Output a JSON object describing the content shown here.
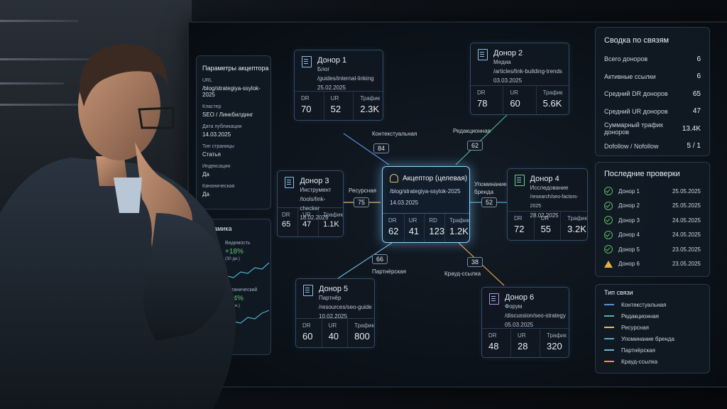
{
  "params": {
    "title": "Параметры акцептора",
    "fields": [
      {
        "k": "URL",
        "v": "/blog/strategiya-ssylok-2025"
      },
      {
        "k": "Кластер",
        "v": "SEO / Линкбилдинг"
      },
      {
        "k": "Дата публикации",
        "v": "14.03.2025"
      },
      {
        "k": "Тип страницы",
        "v": "Статья"
      },
      {
        "k": "Индексация",
        "v": "Да"
      },
      {
        "k": "Каноническая",
        "v": "Да"
      }
    ]
  },
  "dynamics": {
    "title": "Динамика",
    "visibility": {
      "label": "Видимость",
      "value": "+18%",
      "period": "(30 дн.)"
    },
    "organic": {
      "label": "Органический",
      "value": "+24%",
      "period": "(30 дн.)"
    }
  },
  "donors": [
    {
      "name": "Донор 1",
      "type": "Блог",
      "url": "/guides/internal-linking",
      "date": "25.02.2025",
      "dr": "70",
      "ur": "52",
      "traffic": "2.3K"
    },
    {
      "name": "Донор 2",
      "type": "Медиа",
      "url": "/articles/link-building-trends",
      "date": "03.03.2025",
      "dr": "78",
      "ur": "60",
      "traffic": "5.6K"
    },
    {
      "name": "Донор 3",
      "type": "Инструмент",
      "url": "/tools/link-checker",
      "date": "18.02.2025",
      "dr": "65",
      "ur": "47",
      "traffic": "1.1K"
    },
    {
      "name": "Донор 4",
      "type": "Исследование",
      "url": "/research/seo-factors-2025",
      "date": "28.02.2025",
      "dr": "72",
      "ur": "55",
      "traffic": "3.2K"
    },
    {
      "name": "Донор 5",
      "type": "Партнёр",
      "url": "/resources/seo-guide",
      "date": "10.02.2025",
      "dr": "60",
      "ur": "40",
      "traffic": "800"
    },
    {
      "name": "Донор 6",
      "type": "Форум",
      "url": "/discussion/seo-strategy",
      "date": "05.03.2025",
      "dr": "48",
      "ur": "28",
      "traffic": "320"
    }
  ],
  "metric_labels": {
    "dr": "DR",
    "ur": "UR",
    "rd": "RD",
    "traffic": "Трафик"
  },
  "acceptor": {
    "title": "Акцептор (целевая)",
    "url": "/blog/strategiya-ssylok-2025",
    "date": "14.03.2025",
    "dr": "62",
    "ur": "41",
    "rd": "123",
    "traffic": "1.2K"
  },
  "edges": [
    {
      "label": "Контекстуальная",
      "count": "84",
      "color": "#5b8fd6"
    },
    {
      "label": "Редакционная",
      "count": "62",
      "color": "#4fb39a"
    },
    {
      "label": "Ресурсная",
      "count": "75",
      "color": "#e2c25a"
    },
    {
      "label": "Упоминание бренда",
      "count": "52",
      "color": "#4fb0c9"
    },
    {
      "label": "Партнёрская",
      "count": "66",
      "color": "#6fb3d9"
    },
    {
      "label": "Крауд-ссылка",
      "count": "38",
      "color": "#e09a45"
    }
  ],
  "summary": {
    "title": "Сводка по связям",
    "rows": [
      {
        "k": "Всего доноров",
        "v": "6"
      },
      {
        "k": "Активные ссылки",
        "v": "6"
      },
      {
        "k": "Средний DR доноров",
        "v": "65"
      },
      {
        "k": "Средний UR доноров",
        "v": "47"
      },
      {
        "k": "Суммарный трафик доноров",
        "v": "13.4K"
      },
      {
        "k": "Dofollow / Nofollow",
        "v": "5 / 1"
      }
    ]
  },
  "checks": {
    "title": "Последние проверки",
    "rows": [
      {
        "name": "Донор 1",
        "date": "25.05.2025",
        "status": "ok"
      },
      {
        "name": "Донор 2",
        "date": "25.05.2025",
        "status": "ok"
      },
      {
        "name": "Донор 3",
        "date": "24.05.2025",
        "status": "ok"
      },
      {
        "name": "Донор 4",
        "date": "24.05.2025",
        "status": "ok"
      },
      {
        "name": "Донор 5",
        "date": "23.05.2025",
        "status": "ok"
      },
      {
        "name": "Донор 6",
        "date": "23.05.2025",
        "status": "warning"
      }
    ]
  },
  "legend": {
    "title": "Тип связи",
    "items": [
      {
        "label": "Контекстуальная",
        "color": "#5b8fd6"
      },
      {
        "label": "Редакционная",
        "color": "#4fb39a"
      },
      {
        "label": "Ресурсная",
        "color": "#e2c25a"
      },
      {
        "label": "Упоминание бренда",
        "color": "#4fb0c9"
      },
      {
        "label": "Партнёрская",
        "color": "#6fb3d9"
      },
      {
        "label": "Крауд-ссылка",
        "color": "#e09a45"
      }
    ]
  }
}
